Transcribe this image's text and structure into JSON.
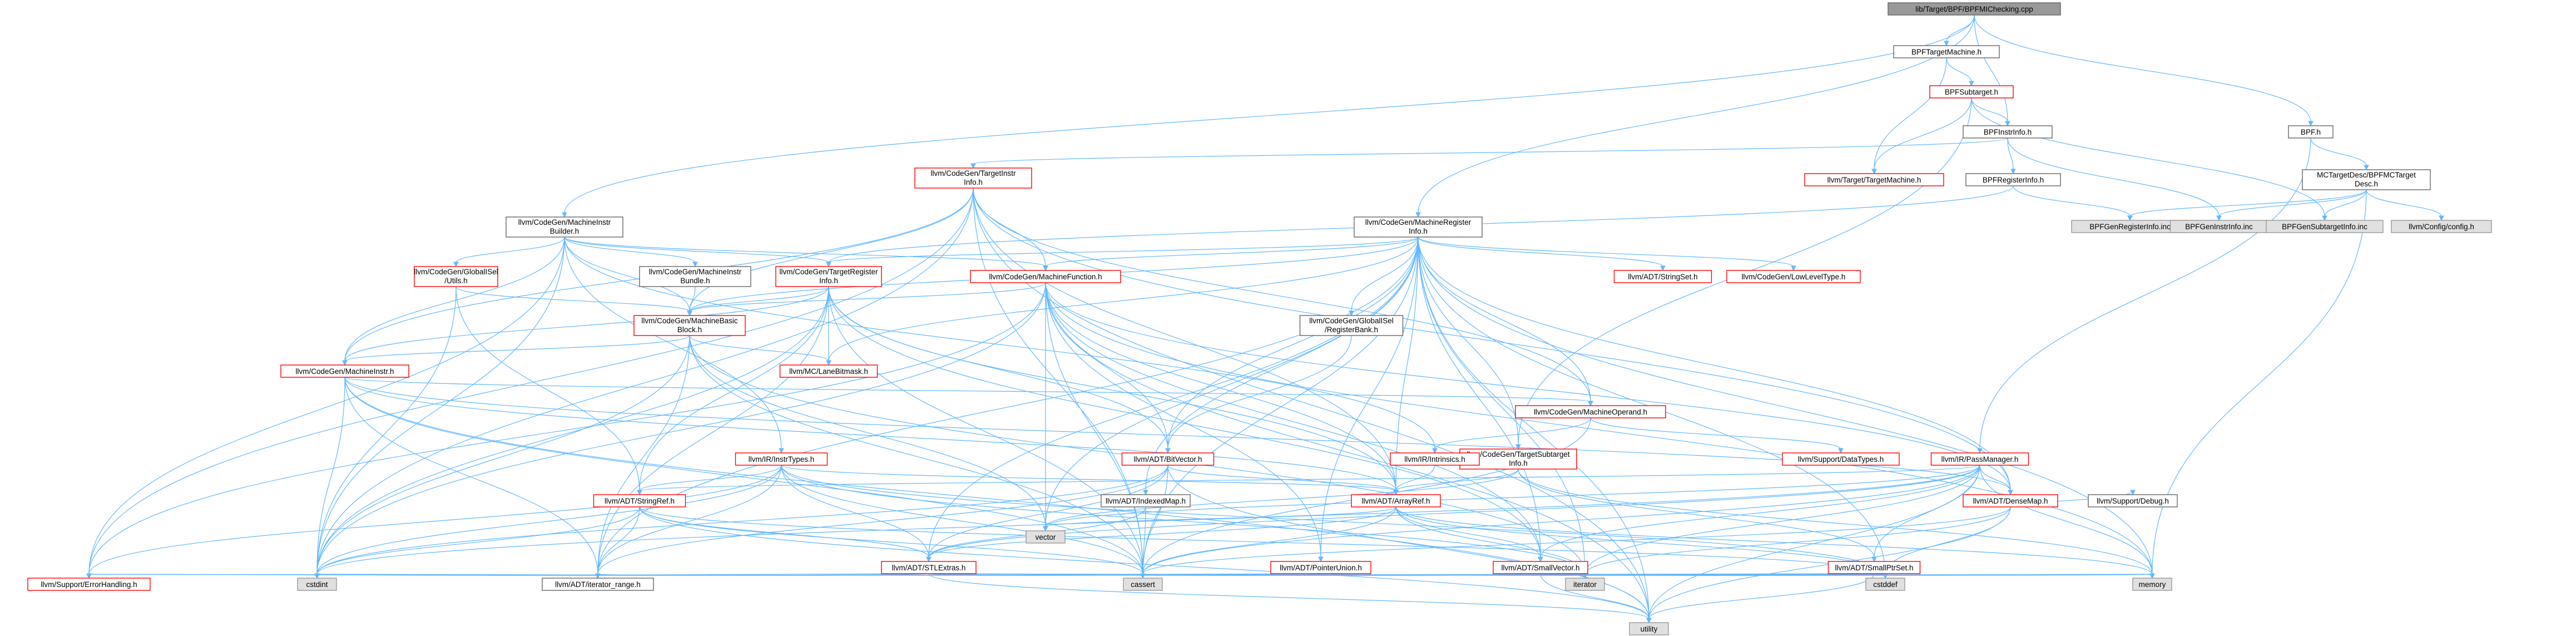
{
  "nodes": [
    {
      "id": "root",
      "label": [
        "lib/Target/BPF/BPFMIChecking.cpp"
      ],
      "kind": "root"
    },
    {
      "id": "bpftm",
      "label": [
        "BPFTargetMachine.h"
      ],
      "kind": "plain"
    },
    {
      "id": "bpfst",
      "label": [
        "BPFSubtarget.h"
      ],
      "kind": "ref"
    },
    {
      "id": "bpfii",
      "label": [
        "BPFInstrInfo.h"
      ],
      "kind": "plain"
    },
    {
      "id": "bpfh",
      "label": [
        "BPF.h"
      ],
      "kind": "plain"
    },
    {
      "id": "bpfri",
      "label": [
        "BPFRegisterInfo.h"
      ],
      "kind": "plain"
    },
    {
      "id": "tti",
      "label": [
        "llvm/CodeGen/TargetInstr",
        "Info.h"
      ],
      "kind": "ref"
    },
    {
      "id": "ttm",
      "label": [
        "llvm/Target/TargetMachine.h"
      ],
      "kind": "ref"
    },
    {
      "id": "mcdesc",
      "label": [
        "MCTargetDesc/BPFMCTarget",
        "Desc.h"
      ],
      "kind": "plain"
    },
    {
      "id": "genreg",
      "label": [
        "BPFGenRegisterInfo.inc"
      ],
      "kind": "sys"
    },
    {
      "id": "geninstr",
      "label": [
        "BPFGenInstrInfo.inc"
      ],
      "kind": "sys"
    },
    {
      "id": "gensub",
      "label": [
        "BPFGenSubtargetInfo.inc"
      ],
      "kind": "sys"
    },
    {
      "id": "config",
      "label": [
        "llvm/Config/config.h"
      ],
      "kind": "sys"
    },
    {
      "id": "mib",
      "label": [
        "llvm/CodeGen/MachineInstr",
        "Builder.h"
      ],
      "kind": "plain"
    },
    {
      "id": "mri",
      "label": [
        "llvm/CodeGen/MachineRegister",
        "Info.h"
      ],
      "kind": "plain"
    },
    {
      "id": "gisel",
      "label": [
        "llvm/CodeGen/GlobalISel",
        "/Utils.h"
      ],
      "kind": "ref"
    },
    {
      "id": "mibundle",
      "label": [
        "llvm/CodeGen/MachineInstr",
        "Bundle.h"
      ],
      "kind": "plain"
    },
    {
      "id": "tri",
      "label": [
        "llvm/CodeGen/TargetRegister",
        "Info.h"
      ],
      "kind": "ref"
    },
    {
      "id": "mf",
      "label": [
        "llvm/CodeGen/MachineFunction.h"
      ],
      "kind": "ref"
    },
    {
      "id": "strset",
      "label": [
        "llvm/ADT/StringSet.h"
      ],
      "kind": "ref"
    },
    {
      "id": "lowlvl",
      "label": [
        "llvm/CodeGen/LowLevelType.h"
      ],
      "kind": "ref"
    },
    {
      "id": "regbank",
      "label": [
        "llvm/CodeGen/GlobalISel",
        "/RegisterBank.h"
      ],
      "kind": "plain"
    },
    {
      "id": "mbb",
      "label": [
        "llvm/CodeGen/MachineBasic",
        "Block.h"
      ],
      "kind": "ref"
    },
    {
      "id": "mi",
      "label": [
        "llvm/CodeGen/MachineInstr.h"
      ],
      "kind": "ref"
    },
    {
      "id": "lanebm",
      "label": [
        "llvm/MC/LaneBitmask.h"
      ],
      "kind": "ref"
    },
    {
      "id": "mo",
      "label": [
        "llvm/CodeGen/MachineOperand.h"
      ],
      "kind": "ref"
    },
    {
      "id": "tsi",
      "label": [
        "llvm/CodeGen/TargetSubtarget",
        "Info.h"
      ],
      "kind": "ref"
    },
    {
      "id": "intrin",
      "label": [
        "llvm/IR/Intrinsics.h"
      ],
      "kind": "ref"
    },
    {
      "id": "datatypes",
      "label": [
        "llvm/Support/DataTypes.h"
      ],
      "kind": "ref"
    },
    {
      "id": "bitvec",
      "label": [
        "llvm/ADT/BitVector.h"
      ],
      "kind": "ref"
    },
    {
      "id": "passmgr",
      "label": [
        "llvm/IR/PassManager.h"
      ],
      "kind": "ref"
    },
    {
      "id": "instrtypes",
      "label": [
        "llvm/IR/InstrTypes.h"
      ],
      "kind": "ref"
    },
    {
      "id": "indexedmap",
      "label": [
        "llvm/ADT/IndexedMap.h"
      ],
      "kind": "plain"
    },
    {
      "id": "strref",
      "label": [
        "llvm/ADT/StringRef.h"
      ],
      "kind": "ref"
    },
    {
      "id": "arrref",
      "label": [
        "llvm/ADT/ArrayRef.h"
      ],
      "kind": "ref"
    },
    {
      "id": "densemap",
      "label": [
        "llvm/ADT/DenseMap.h"
      ],
      "kind": "ref"
    },
    {
      "id": "dbg",
      "label": [
        "llvm/Support/Debug.h"
      ],
      "kind": "plain"
    },
    {
      "id": "vector",
      "label": [
        "vector"
      ],
      "kind": "sys"
    },
    {
      "id": "stlextras",
      "label": [
        "llvm/ADT/STLExtras.h"
      ],
      "kind": "ref"
    },
    {
      "id": "ptrunion",
      "label": [
        "llvm/ADT/PointerUnion.h"
      ],
      "kind": "ref"
    },
    {
      "id": "smallvec",
      "label": [
        "llvm/ADT/SmallVector.h"
      ],
      "kind": "ref"
    },
    {
      "id": "smallptr",
      "label": [
        "llvm/ADT/SmallPtrSet.h"
      ],
      "kind": "ref"
    },
    {
      "id": "errh",
      "label": [
        "llvm/Support/ErrorHandling.h"
      ],
      "kind": "ref"
    },
    {
      "id": "cstdint",
      "label": [
        "cstdint"
      ],
      "kind": "sys"
    },
    {
      "id": "iterrange",
      "label": [
        "llvm/ADT/iterator_range.h"
      ],
      "kind": "plain"
    },
    {
      "id": "cassert",
      "label": [
        "cassert"
      ],
      "kind": "sys"
    },
    {
      "id": "iterator",
      "label": [
        "iterator"
      ],
      "kind": "sys"
    },
    {
      "id": "cstddef",
      "label": [
        "cstddef"
      ],
      "kind": "sys"
    },
    {
      "id": "memory",
      "label": [
        "memory"
      ],
      "kind": "sys"
    },
    {
      "id": "utility",
      "label": [
        "utility"
      ],
      "kind": "sys"
    }
  ],
  "edges": [
    [
      "root",
      "bpftm"
    ],
    [
      "root",
      "bpfii"
    ],
    [
      "root",
      "bpfh"
    ],
    [
      "root",
      "mib"
    ],
    [
      "root",
      "mri"
    ],
    [
      "bpftm",
      "bpfst"
    ],
    [
      "bpftm",
      "ttm"
    ],
    [
      "bpfst",
      "bpfii"
    ],
    [
      "bpfst",
      "ttm"
    ],
    [
      "bpfst",
      "gensub"
    ],
    [
      "bpfst",
      "tsi"
    ],
    [
      "bpfii",
      "bpfri"
    ],
    [
      "bpfii",
      "tti"
    ],
    [
      "bpfii",
      "geninstr"
    ],
    [
      "bpfh",
      "mcdesc"
    ],
    [
      "bpfh",
      "passmgr"
    ],
    [
      "bpfri",
      "genreg"
    ],
    [
      "bpfri",
      "tri"
    ],
    [
      "mcdesc",
      "genreg"
    ],
    [
      "mcdesc",
      "geninstr"
    ],
    [
      "mcdesc",
      "gensub"
    ],
    [
      "mcdesc",
      "config"
    ],
    [
      "mcdesc",
      "memory"
    ],
    [
      "tti",
      "mf"
    ],
    [
      "tti",
      "mbb"
    ],
    [
      "tti",
      "mi"
    ],
    [
      "tti",
      "mo"
    ],
    [
      "tti",
      "densemap"
    ],
    [
      "tti",
      "arrref"
    ],
    [
      "tti",
      "errh"
    ],
    [
      "tti",
      "cassert"
    ],
    [
      "tti",
      "cstdint"
    ],
    [
      "tti",
      "utility"
    ],
    [
      "mib",
      "gisel"
    ],
    [
      "mib",
      "mibundle"
    ],
    [
      "mib",
      "mbb"
    ],
    [
      "mib",
      "mf"
    ],
    [
      "mib",
      "mi"
    ],
    [
      "mib",
      "tri"
    ],
    [
      "mib",
      "instrtypes"
    ],
    [
      "mib",
      "intrin"
    ],
    [
      "mib",
      "errh"
    ],
    [
      "mib",
      "cstdint"
    ],
    [
      "mri",
      "tri"
    ],
    [
      "mri",
      "mf"
    ],
    [
      "mri",
      "regbank"
    ],
    [
      "mri",
      "mbb"
    ],
    [
      "mri",
      "lanebm"
    ],
    [
      "mri",
      "strset"
    ],
    [
      "mri",
      "lowlvl"
    ],
    [
      "mri",
      "mo"
    ],
    [
      "mri",
      "tsi"
    ],
    [
      "mri",
      "bitvec"
    ],
    [
      "mri",
      "indexedmap"
    ],
    [
      "mri",
      "arrref"
    ],
    [
      "mri",
      "densemap"
    ],
    [
      "mri",
      "ptrunion"
    ],
    [
      "mri",
      "smallvec"
    ],
    [
      "mri",
      "stlextras"
    ],
    [
      "mri",
      "iterrange"
    ],
    [
      "mri",
      "cassert"
    ],
    [
      "mri",
      "cstddef"
    ],
    [
      "mri",
      "iterator"
    ],
    [
      "mri",
      "memory"
    ],
    [
      "mri",
      "utility"
    ],
    [
      "mri",
      "vector"
    ],
    [
      "gisel",
      "strref"
    ],
    [
      "gisel",
      "mbb"
    ],
    [
      "gisel",
      "cstdint"
    ],
    [
      "mibundle",
      "mbb"
    ],
    [
      "tri",
      "mbb"
    ],
    [
      "tri",
      "lanebm"
    ],
    [
      "tri",
      "arrref"
    ],
    [
      "tri",
      "bitvec"
    ],
    [
      "tri",
      "smallvec"
    ],
    [
      "tri",
      "strref"
    ],
    [
      "tri",
      "iterrange"
    ],
    [
      "tri",
      "cstdint"
    ],
    [
      "tri",
      "cassert"
    ],
    [
      "tri",
      "mi"
    ],
    [
      "mf",
      "mbb"
    ],
    [
      "mf",
      "bitvec"
    ],
    [
      "mf",
      "densemap"
    ],
    [
      "mf",
      "arrref"
    ],
    [
      "mf",
      "smallvec"
    ],
    [
      "mf",
      "errh"
    ],
    [
      "mf",
      "cassert"
    ],
    [
      "mf",
      "cstdint"
    ],
    [
      "mf",
      "memory"
    ],
    [
      "mf",
      "utility"
    ],
    [
      "mf",
      "vector"
    ],
    [
      "mf",
      "ptrunion"
    ],
    [
      "regbank",
      "bitvec"
    ],
    [
      "mbb",
      "mi"
    ],
    [
      "mbb",
      "lanebm"
    ],
    [
      "mbb",
      "iterrange"
    ],
    [
      "mbb",
      "cassert"
    ],
    [
      "mbb",
      "cstdint"
    ],
    [
      "mbb",
      "iterator"
    ],
    [
      "mbb",
      "vector"
    ],
    [
      "mi",
      "mo"
    ],
    [
      "mi",
      "densemap"
    ],
    [
      "mi",
      "arrref"
    ],
    [
      "mi",
      "iterrange"
    ],
    [
      "mi",
      "cassert"
    ],
    [
      "mi",
      "cstdint"
    ],
    [
      "mi",
      "utility"
    ],
    [
      "mo",
      "intrin"
    ],
    [
      "mo",
      "datatypes"
    ],
    [
      "mo",
      "cassert"
    ],
    [
      "tsi",
      "arrref"
    ],
    [
      "tsi",
      "smallptr"
    ],
    [
      "tsi",
      "memory"
    ],
    [
      "tsi",
      "vector"
    ],
    [
      "intrin",
      "arrref"
    ],
    [
      "bitvec",
      "arrref"
    ],
    [
      "bitvec",
      "stlextras"
    ],
    [
      "bitvec",
      "iterrange"
    ],
    [
      "bitvec",
      "cassert"
    ],
    [
      "bitvec",
      "cstdint"
    ],
    [
      "bitvec",
      "utility"
    ],
    [
      "passmgr",
      "densemap"
    ],
    [
      "passmgr",
      "smallptr"
    ],
    [
      "passmgr",
      "smallvec"
    ],
    [
      "passmgr",
      "stlextras"
    ],
    [
      "passmgr",
      "strref"
    ],
    [
      "passmgr",
      "cassert"
    ],
    [
      "passmgr",
      "cstdint"
    ],
    [
      "passmgr",
      "iterator"
    ],
    [
      "passmgr",
      "memory"
    ],
    [
      "passmgr",
      "utility"
    ],
    [
      "passmgr",
      "vector"
    ],
    [
      "instrtypes",
      "arrref"
    ],
    [
      "instrtypes",
      "stlextras"
    ],
    [
      "instrtypes",
      "strref"
    ],
    [
      "instrtypes",
      "iterrange"
    ],
    [
      "instrtypes",
      "cassert"
    ],
    [
      "instrtypes",
      "cstddef"
    ],
    [
      "instrtypes",
      "cstdint"
    ],
    [
      "instrtypes",
      "iterator"
    ],
    [
      "instrtypes",
      "errh"
    ],
    [
      "indexedmap",
      "stlextras"
    ],
    [
      "indexedmap",
      "cassert"
    ],
    [
      "strref",
      "stlextras"
    ],
    [
      "strref",
      "iterrange"
    ],
    [
      "strref",
      "cassert"
    ],
    [
      "strref",
      "cstddef"
    ],
    [
      "strref",
      "cstdint"
    ],
    [
      "strref",
      "utility"
    ],
    [
      "arrref",
      "smallvec"
    ],
    [
      "arrref",
      "stlextras"
    ],
    [
      "arrref",
      "cassert"
    ],
    [
      "arrref",
      "cstddef"
    ],
    [
      "arrref",
      "iterator"
    ],
    [
      "arrref",
      "memory"
    ],
    [
      "arrref",
      "vector"
    ],
    [
      "densemap",
      "dbg"
    ],
    [
      "densemap",
      "cassert"
    ],
    [
      "densemap",
      "cstddef"
    ],
    [
      "densemap",
      "iterator"
    ],
    [
      "densemap",
      "utility"
    ],
    [
      "stlextras",
      "iterrange"
    ],
    [
      "stlextras",
      "cassert"
    ],
    [
      "stlextras",
      "cstddef"
    ],
    [
      "stlextras",
      "cstdint"
    ],
    [
      "stlextras",
      "iterator"
    ],
    [
      "stlextras",
      "memory"
    ],
    [
      "stlextras",
      "utility"
    ],
    [
      "stlextras",
      "errh"
    ],
    [
      "ptrunion",
      "cassert"
    ],
    [
      "ptrunion",
      "cstddef"
    ],
    [
      "ptrunion",
      "cstdint"
    ],
    [
      "smallvec",
      "cassert"
    ],
    [
      "smallvec",
      "cstddef"
    ],
    [
      "smallvec",
      "iterator"
    ],
    [
      "smallvec",
      "memory"
    ],
    [
      "smallvec",
      "utility"
    ],
    [
      "smallptr",
      "cassert"
    ],
    [
      "smallptr",
      "cstddef"
    ],
    [
      "smallptr",
      "iterator"
    ],
    [
      "smallptr",
      "utility"
    ],
    [
      "smallptr",
      "errh"
    ]
  ]
}
